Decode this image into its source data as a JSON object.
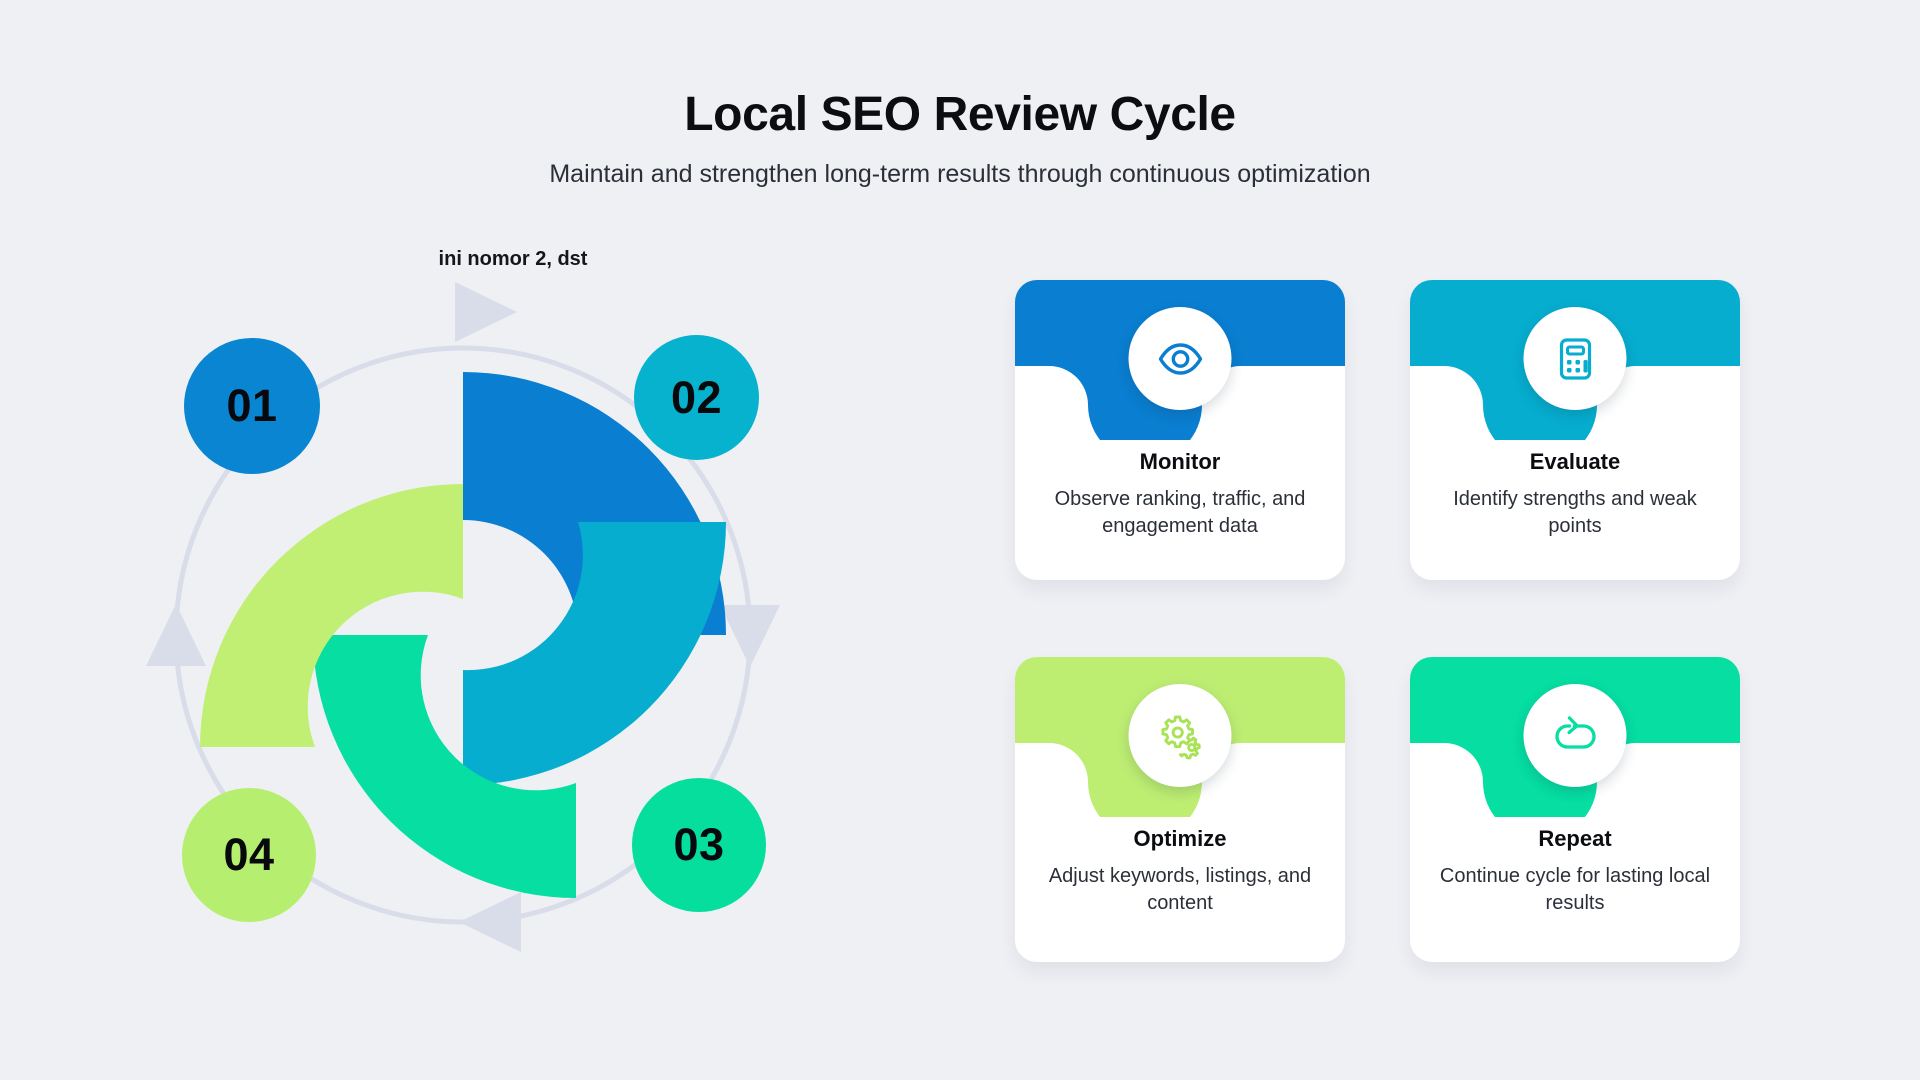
{
  "header": {
    "title": "Local SEO Review Cycle",
    "subtitle": "Maintain and strengthen long-term results through continuous optimization"
  },
  "diagram": {
    "caption": "ini nomor 2, dst",
    "steps": [
      {
        "number": "01",
        "color": "#0a85d1"
      },
      {
        "number": "02",
        "color": "#06b2cd"
      },
      {
        "number": "03",
        "color": "#06de9e"
      },
      {
        "number": "04",
        "color": "#b6ef6f"
      }
    ],
    "ring_color": "#d7dae8",
    "arrow_color": "#d7dae8"
  },
  "cards": [
    {
      "title": "Monitor",
      "desc": "Observe ranking, traffic, and engagement data",
      "color": "#0a85d1",
      "icon": "eye-icon"
    },
    {
      "title": "Evaluate",
      "desc": "Identify strengths and weak points",
      "color": "#06b2cd",
      "icon": "calculator-icon"
    },
    {
      "title": "Optimize",
      "desc": "Adjust keywords, listings, and content",
      "color": "#b6ef6f",
      "icon": "gears-icon"
    },
    {
      "title": "Repeat",
      "desc": "Continue cycle for lasting local results",
      "color": "#06de9e",
      "icon": "repeat-icon"
    }
  ],
  "colors": {
    "background": "#eff0f4",
    "card_bg": "#ffffff",
    "text_dark": "#0b0d11",
    "text_body": "#2b2f38"
  }
}
